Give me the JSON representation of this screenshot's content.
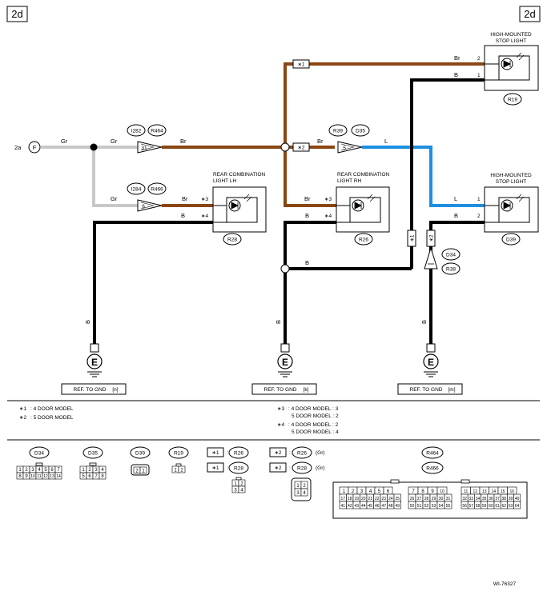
{
  "corner_tags": {
    "left": "2d",
    "right": "2d"
  },
  "input": {
    "ref": "2a",
    "connector": "F"
  },
  "wire_colors": {
    "gr": "Gr",
    "br": "Br",
    "b": "B",
    "l": "L"
  },
  "connectors": {
    "i282": "I282",
    "r464": "R464",
    "pin31": "31",
    "i284": "I284",
    "r466": "R466",
    "pin6": "6",
    "r39": "R39",
    "d35": "D35",
    "pin5": "5",
    "d34": "D34",
    "r38": "R38"
  },
  "components": {
    "hmsl_top": {
      "name_line1": "HIGH-MOUNTED",
      "name_line2": "STOP LIGHT",
      "id": "R19",
      "pin_br": "2",
      "pin_b": "1"
    },
    "hmsl_mid": {
      "name_line1": "HIGH-MOUNTED",
      "name_line2": "STOP LIGHT",
      "id": "D39",
      "pin_l": "1",
      "pin_b": "2"
    },
    "rcl_lh": {
      "name_line1": "REAR COMBINATION",
      "name_line2": "LIGHT LH",
      "id": "R28",
      "pin_br": "∗3",
      "pin_b": "∗4"
    },
    "rcl_rh": {
      "name_line1": "REAR COMBINATION",
      "name_line2": "LIGHT RH",
      "id": "R26",
      "pin_br": "∗3",
      "pin_b": "∗4"
    }
  },
  "star_marks": {
    "s1": "∗1",
    "s2": "∗2"
  },
  "grounds": [
    {
      "symbol": "E",
      "ref": "REF. TO GND",
      "id": "[n]"
    },
    {
      "symbol": "E",
      "ref": "REF. TO GND",
      "id": "[k]"
    },
    {
      "symbol": "E",
      "ref": "REF. TO GND",
      "id": "[m]"
    }
  ],
  "notes": {
    "n1": {
      "mark": "∗1",
      "text": ": 4 DOOR MODEL"
    },
    "n2": {
      "mark": "∗2",
      "text": ": 5 DOOR MODEL"
    },
    "n3": {
      "mark": "∗3",
      "line1": ": 4 DOOR MODEL : 3",
      "line2": "5 DOOR MODEL : 2"
    },
    "n4": {
      "mark": "∗4",
      "line1": ": 4 DOOR MODEL : 2",
      "line2": "5 DOOR MODEL : 4"
    }
  },
  "legend": {
    "d34": {
      "id": "D34",
      "row1": [
        "1",
        "2",
        "3",
        "4",
        "5",
        "6",
        "7"
      ],
      "row2": [
        "8",
        "9",
        "10",
        "11",
        "12",
        "13",
        "14"
      ]
    },
    "d35": {
      "id": "D35",
      "row1": [
        "1",
        "2",
        "3",
        "4"
      ],
      "row2": [
        "5",
        "6",
        "7",
        "8"
      ]
    },
    "d39": {
      "id": "D39",
      "pins": [
        "2",
        "1"
      ]
    },
    "r19": {
      "id": "R19",
      "pins": [
        "1",
        "2"
      ]
    },
    "r26_1": {
      "mark": "∗1",
      "colon": ":",
      "id": "R26"
    },
    "r28_1": {
      "mark": "∗1",
      "colon": ":",
      "id": "R28",
      "row1": [
        "1",
        "2"
      ],
      "row2": [
        "3",
        "4"
      ]
    },
    "r26_2": {
      "mark": "∗2",
      "colon": ":",
      "id": "R26",
      "color": "(Gr)"
    },
    "r28_2": {
      "mark": "∗2",
      "colon": ":",
      "id": "R28",
      "color": "(Gr)",
      "row1": [
        "1",
        "2"
      ],
      "row2": [
        "3",
        "4"
      ]
    },
    "r464": {
      "id": "R464"
    },
    "r466": {
      "id": "R466"
    },
    "big": {
      "b1r1": [
        "1",
        "2",
        "3",
        "4",
        "5",
        "6"
      ],
      "b1r2": [
        "17",
        "18",
        "19",
        "20",
        "21",
        "22",
        "23",
        "24",
        "25"
      ],
      "b1r3": [
        "41",
        "42",
        "43",
        "44",
        "45",
        "46",
        "47",
        "48",
        "49"
      ],
      "b2r1": [
        "7",
        "8",
        "9",
        "10"
      ],
      "b2r2": [
        "26",
        "27",
        "28",
        "29",
        "30",
        "31"
      ],
      "b2r3": [
        "50",
        "51",
        "52",
        "53",
        "54",
        "55"
      ],
      "b3r1": [
        "11",
        "12",
        "13",
        "14",
        "15",
        "16"
      ],
      "b3r2": [
        "32",
        "33",
        "34",
        "35",
        "36",
        "37",
        "38",
        "39",
        "40"
      ],
      "b3r3": [
        "56",
        "57",
        "58",
        "59",
        "60",
        "61",
        "62",
        "63",
        "64"
      ]
    }
  },
  "figure_id": "WI-76327",
  "colors": {
    "brown": "#8B4513",
    "blue": "#1E8FE0",
    "gray": "#C8C8C8",
    "black": "#000000"
  }
}
